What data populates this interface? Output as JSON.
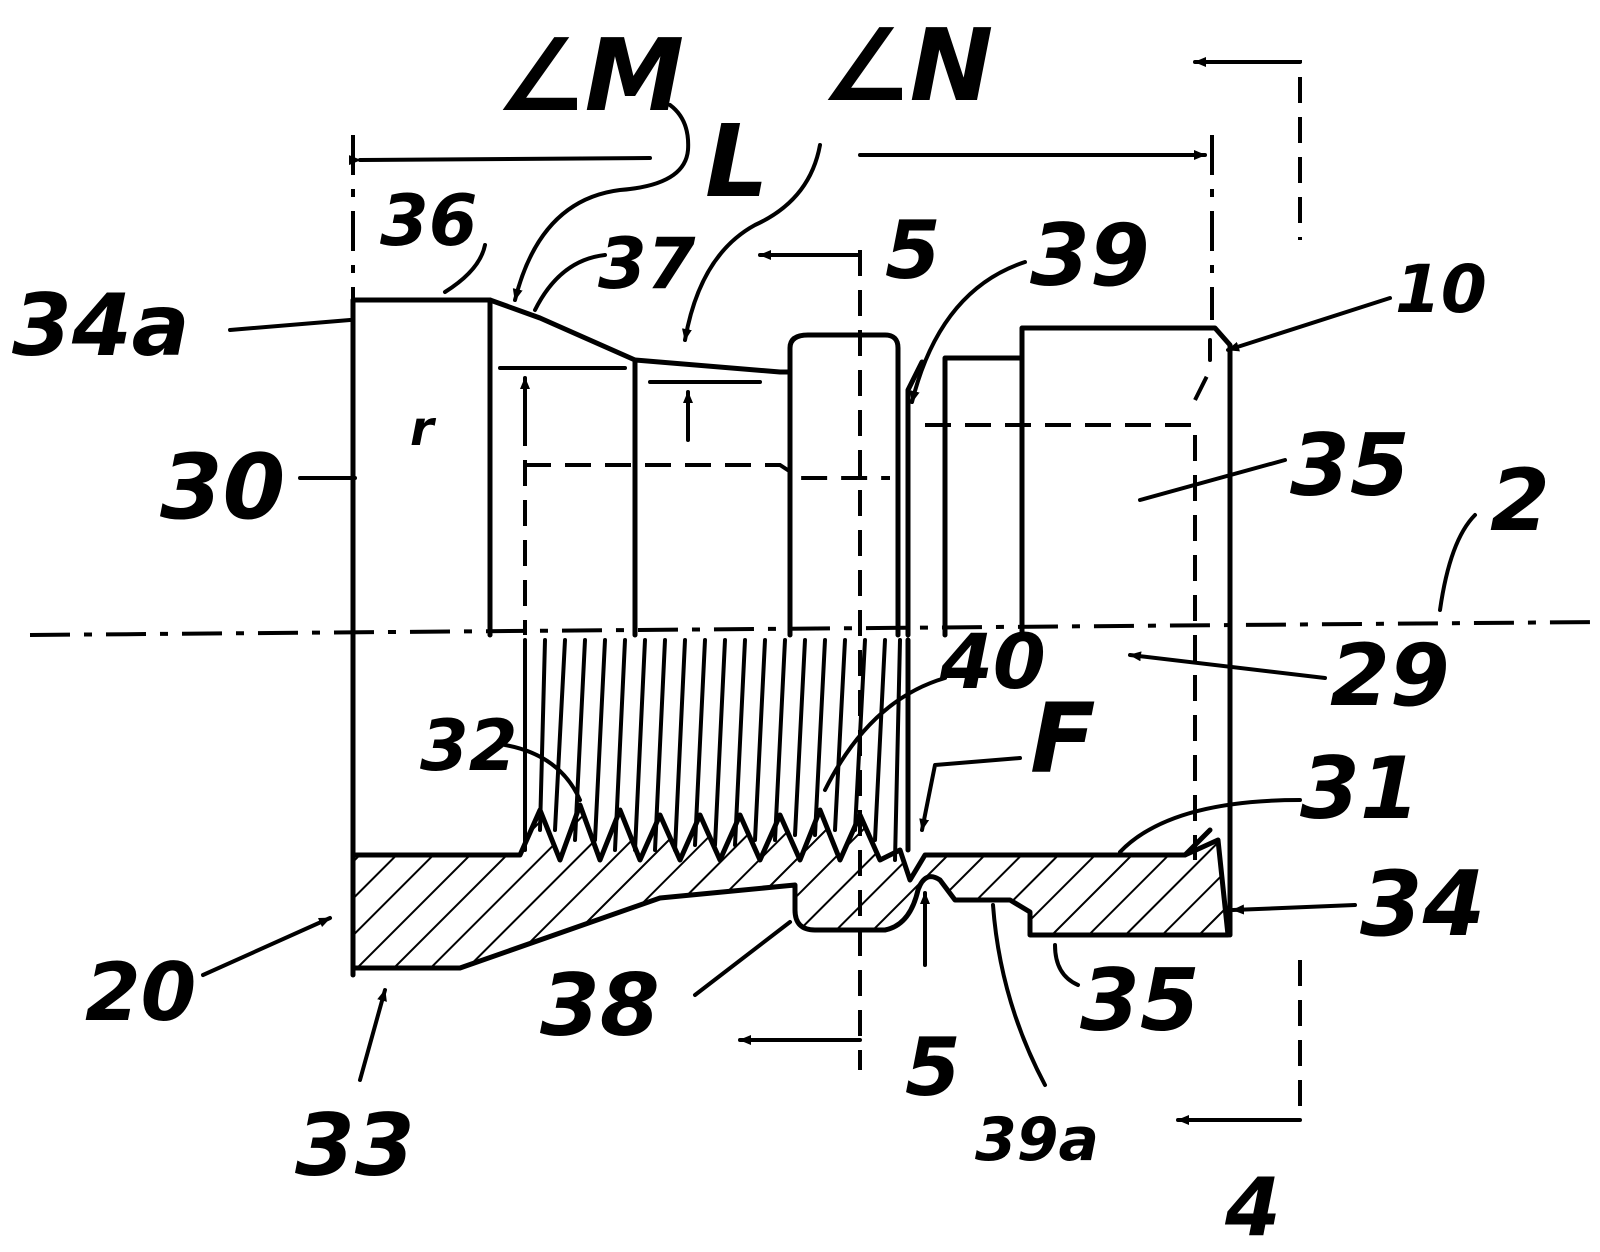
{
  "labels": {
    "l34a": "34a",
    "l36": "36",
    "l37": "37",
    "lM": "∠M",
    "lN": "∠N",
    "lL": "L",
    "l5top": "5",
    "l39": "39",
    "l10": "10",
    "l30": "30",
    "l35a": "35",
    "l2": "2",
    "l29": "29",
    "l40": "40",
    "l32": "32",
    "lF": "F",
    "l31": "31",
    "l34": "34",
    "l20": "20",
    "l38": "38",
    "l35b": "35",
    "l5bot": "5",
    "l33": "33",
    "l39a": "39a",
    "l4": "4",
    "lr": "r"
  }
}
